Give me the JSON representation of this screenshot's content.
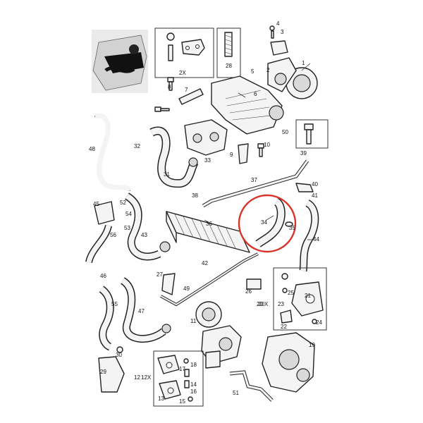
{
  "callouts": {
    "c1": "1",
    "c2": "2",
    "c3": "3",
    "c4": "4",
    "c5": "5",
    "c6": "6",
    "c7": "7",
    "c8": "8",
    "c9": "9",
    "c10": "10",
    "c11": "11",
    "c12": "12",
    "c13": "13",
    "c14": "14",
    "c15": "15",
    "c16": "16",
    "c17": "17",
    "c18": "18",
    "c19": "19",
    "c20": "20",
    "c21": "21",
    "c22": "22",
    "c23": "23",
    "c24": "24",
    "c25": "25",
    "c26": "26",
    "c27": "27",
    "c28": "28",
    "c29": "29",
    "c30": "30",
    "c31": "31",
    "c32": "32",
    "c33": "33",
    "c34": "34",
    "c35": "35",
    "c36": "36",
    "c37": "37",
    "c38": "38",
    "c39": "39",
    "c40": "40",
    "c41": "41",
    "c42": "42",
    "c43": "43",
    "c44": "44",
    "c45": "45",
    "c46": "46",
    "c47": "47",
    "c48": "48",
    "c49": "49",
    "c50": "50",
    "c51": "51",
    "c52": "52",
    "c53": "53",
    "c54": "54",
    "c55": "55",
    "c56": "56"
  },
  "multipliers": {
    "m2x": "2X",
    "m20x": "20X",
    "m12x": "12X"
  },
  "highlight_color": "#d9342b"
}
